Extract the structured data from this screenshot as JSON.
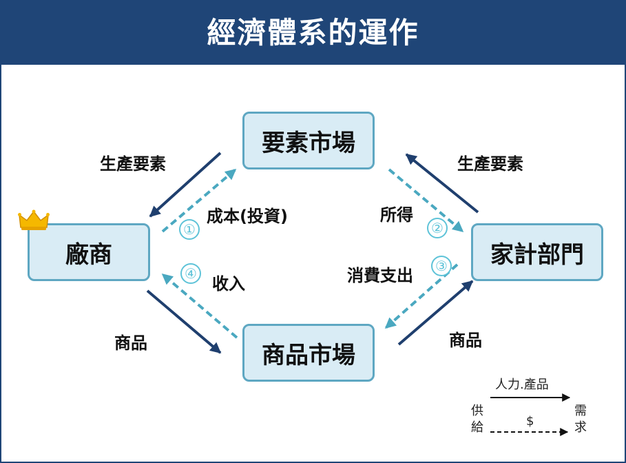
{
  "title": "經濟體系的運作",
  "nodes": {
    "factor_market": "要素市場",
    "firms": "廠商",
    "households": "家計部門",
    "goods_market": "商品市場"
  },
  "labels": {
    "factors_left": "生產要素",
    "factors_right": "生產要素",
    "cost": "成本(投資)",
    "income": "所得",
    "consumption": "消費支出",
    "revenue": "收入",
    "goods_left": "商品",
    "goods_right": "商品"
  },
  "numbers": [
    "①",
    "②",
    "③",
    "④"
  ],
  "legend": {
    "solid_label": "人力.產品",
    "dashed_label": "$",
    "supply_chars": [
      "供",
      "給"
    ],
    "demand_chars": [
      "需",
      "求"
    ]
  },
  "colors": {
    "header": "#1f4577",
    "node_fill": "#d9ecf5",
    "node_border": "#5ea7c2",
    "solid_arrow": "#1f3f6e",
    "dashed_arrow": "#4aa8c0",
    "crown": "#f5b800"
  },
  "icons": {
    "crown": "crown-icon"
  }
}
